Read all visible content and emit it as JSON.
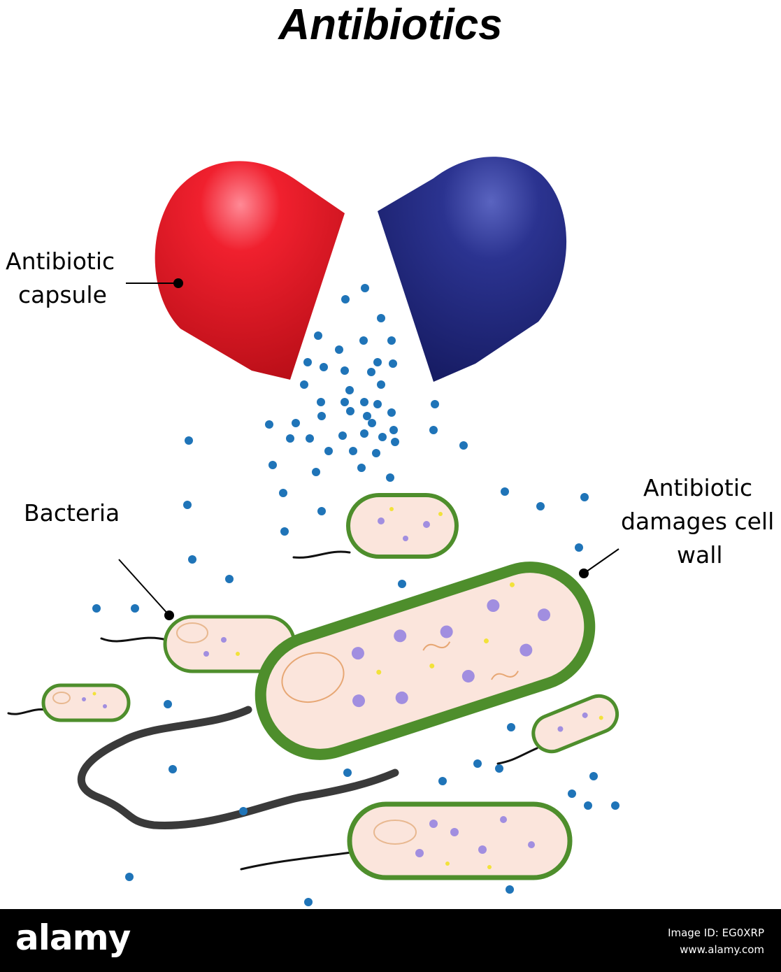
{
  "title": "Antibiotics",
  "labels": {
    "capsule_line1": "Antibiotic",
    "capsule_line2": "capsule",
    "bacteria": "Bacteria",
    "damage_line1": "Antibiotic",
    "damage_line2": "damages cell",
    "damage_line3": "wall"
  },
  "footer": {
    "logo": "alamy",
    "image_id": "Image ID: EG0XRP",
    "site": "www.alamy.com"
  },
  "colors": {
    "capsule_red": "#e3141f",
    "capsule_blue": "#262d86",
    "particle": "#1f74b8",
    "cell_wall": "#4e8e2c",
    "cytoplasm": "#fbe5dc",
    "organelle": "#a18ee0",
    "granule": "#f2e23a"
  }
}
